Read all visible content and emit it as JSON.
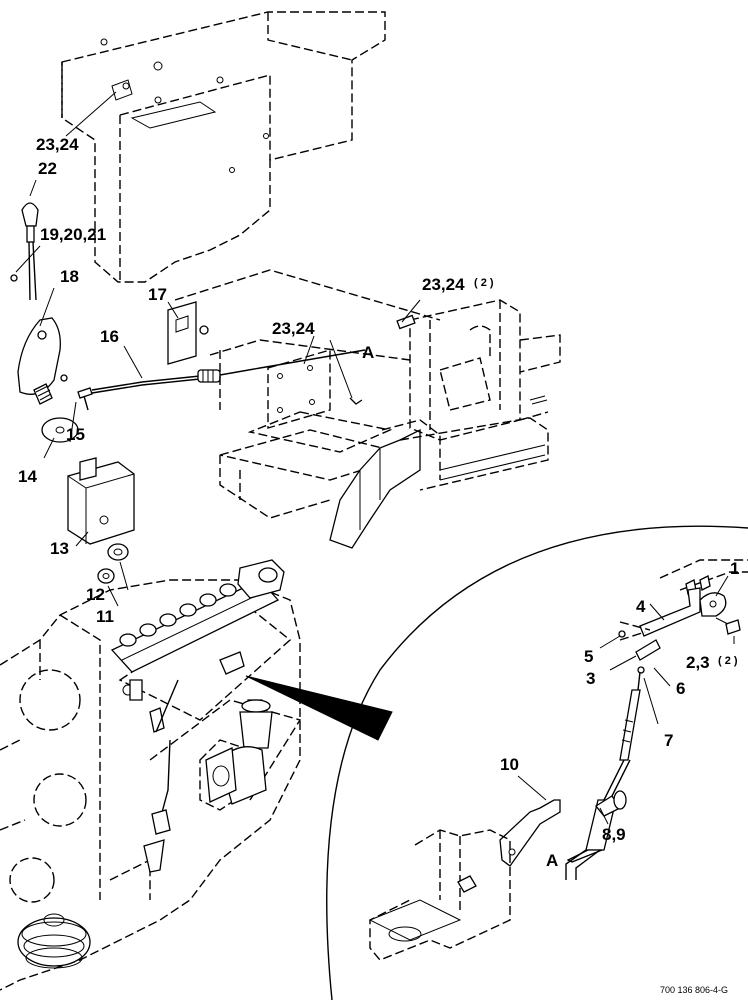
{
  "callouts": [
    {
      "id": "c-23-24-top",
      "text": "23,24"
    },
    {
      "id": "c-22",
      "text": "22"
    },
    {
      "id": "c-19-20-21",
      "text": "19,20,21"
    },
    {
      "id": "c-18",
      "text": "18"
    },
    {
      "id": "c-17",
      "text": "17"
    },
    {
      "id": "c-23-24-2",
      "text": "23,24",
      "sup": "( 2 )"
    },
    {
      "id": "c-16",
      "text": "16"
    },
    {
      "id": "c-23-24-mid",
      "text": "23,24"
    },
    {
      "id": "c-a-top",
      "text": "A"
    },
    {
      "id": "c-15",
      "text": "15"
    },
    {
      "id": "c-14",
      "text": "14"
    },
    {
      "id": "c-13",
      "text": "13"
    },
    {
      "id": "c-12",
      "text": "12"
    },
    {
      "id": "c-11",
      "text": "11"
    },
    {
      "id": "c-1",
      "text": "1"
    },
    {
      "id": "c-4",
      "text": "4"
    },
    {
      "id": "c-2-3-2",
      "text": "2,3",
      "sup": "( 2 )"
    },
    {
      "id": "c-5",
      "text": "5"
    },
    {
      "id": "c-3",
      "text": "3"
    },
    {
      "id": "c-6",
      "text": "6"
    },
    {
      "id": "c-7",
      "text": "7"
    },
    {
      "id": "c-10",
      "text": "10"
    },
    {
      "id": "c-8-9",
      "text": "8,9"
    },
    {
      "id": "c-a-detail",
      "text": "A"
    }
  ],
  "doc_number": "700 136 806-4-G"
}
